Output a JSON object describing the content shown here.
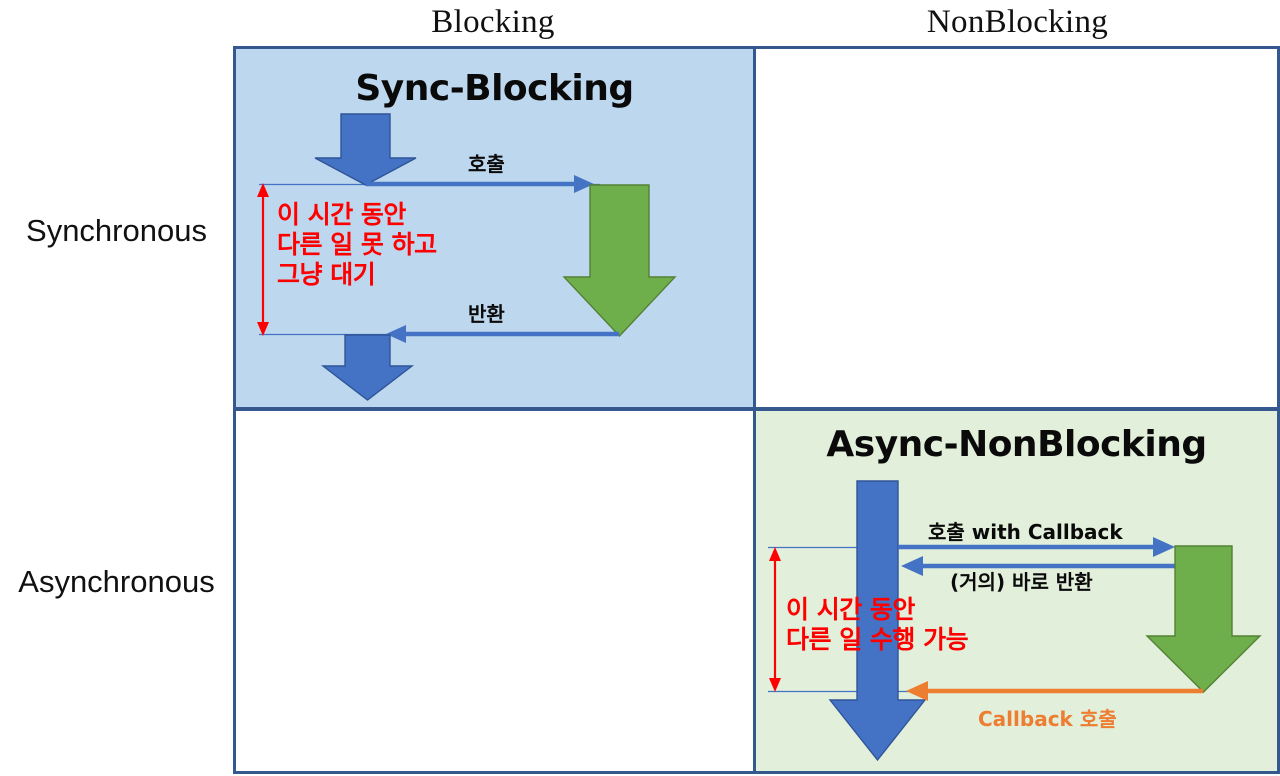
{
  "matrix": {
    "columns": [
      {
        "id": "blocking",
        "label": "Blocking"
      },
      {
        "id": "nonblocking",
        "label": "NonBlocking"
      }
    ],
    "rows": [
      {
        "id": "synchronous",
        "label": "Synchronous"
      },
      {
        "id": "asynchronous",
        "label": "Asynchronous"
      }
    ]
  },
  "cells": {
    "sync_blocking": {
      "title": "Sync-Blocking",
      "fill": "#BDD7EE",
      "annotations": {
        "call": "호출",
        "return": "반환",
        "duration_note": "이 시간 동안\n다른 일 못 하고\n그냥 대기",
        "duration_note_lines": [
          "이 시간 동안",
          "다른 일 못 하고",
          "그냥 대기"
        ]
      }
    },
    "sync_nonblocking": {
      "title": "",
      "fill": "#FFFFFF"
    },
    "async_blocking": {
      "title": "",
      "fill": "#FFFFFF"
    },
    "async_nonblocking": {
      "title": "Async-NonBlocking",
      "fill": "#E2EFDA",
      "annotations": {
        "call": "호출 with Callback",
        "return": "(거의) 바로 반환",
        "callback": "Callback 호출",
        "duration_note_lines": [
          "이 시간 동안",
          "다른 일 수행 가능"
        ]
      }
    }
  },
  "colors": {
    "border": "#35598F",
    "caller_arrow": "#4472C4",
    "callee_arrow": "#6EAF4B",
    "callback_arrow": "#ED7D31",
    "duration_marker": "#FF0000",
    "sync_cell_fill": "#BDD7EE",
    "async_cell_fill": "#E2EFDA",
    "text": "#0A0A0A"
  },
  "icons": {
    "caller_down_arrow": "down-block-arrow-icon",
    "callee_down_arrow": "down-block-arrow-icon",
    "call_line_arrow": "right-arrow-icon",
    "return_line_arrow": "left-arrow-icon",
    "callback_line_arrow": "left-arrow-icon",
    "duration_marker_arrow": "double-headed-vertical-arrow-icon"
  }
}
